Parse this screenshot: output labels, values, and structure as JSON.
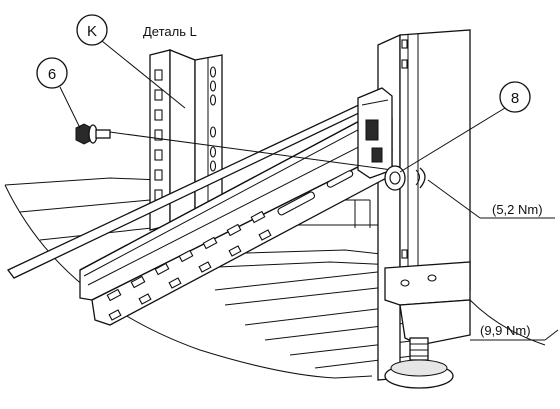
{
  "callouts": {
    "k": "K",
    "six": "6",
    "eight": "8"
  },
  "detail_title": "Деталь L",
  "torque": {
    "upper": "(5,2 Nm)",
    "lower": "(9,9 Nm)"
  }
}
